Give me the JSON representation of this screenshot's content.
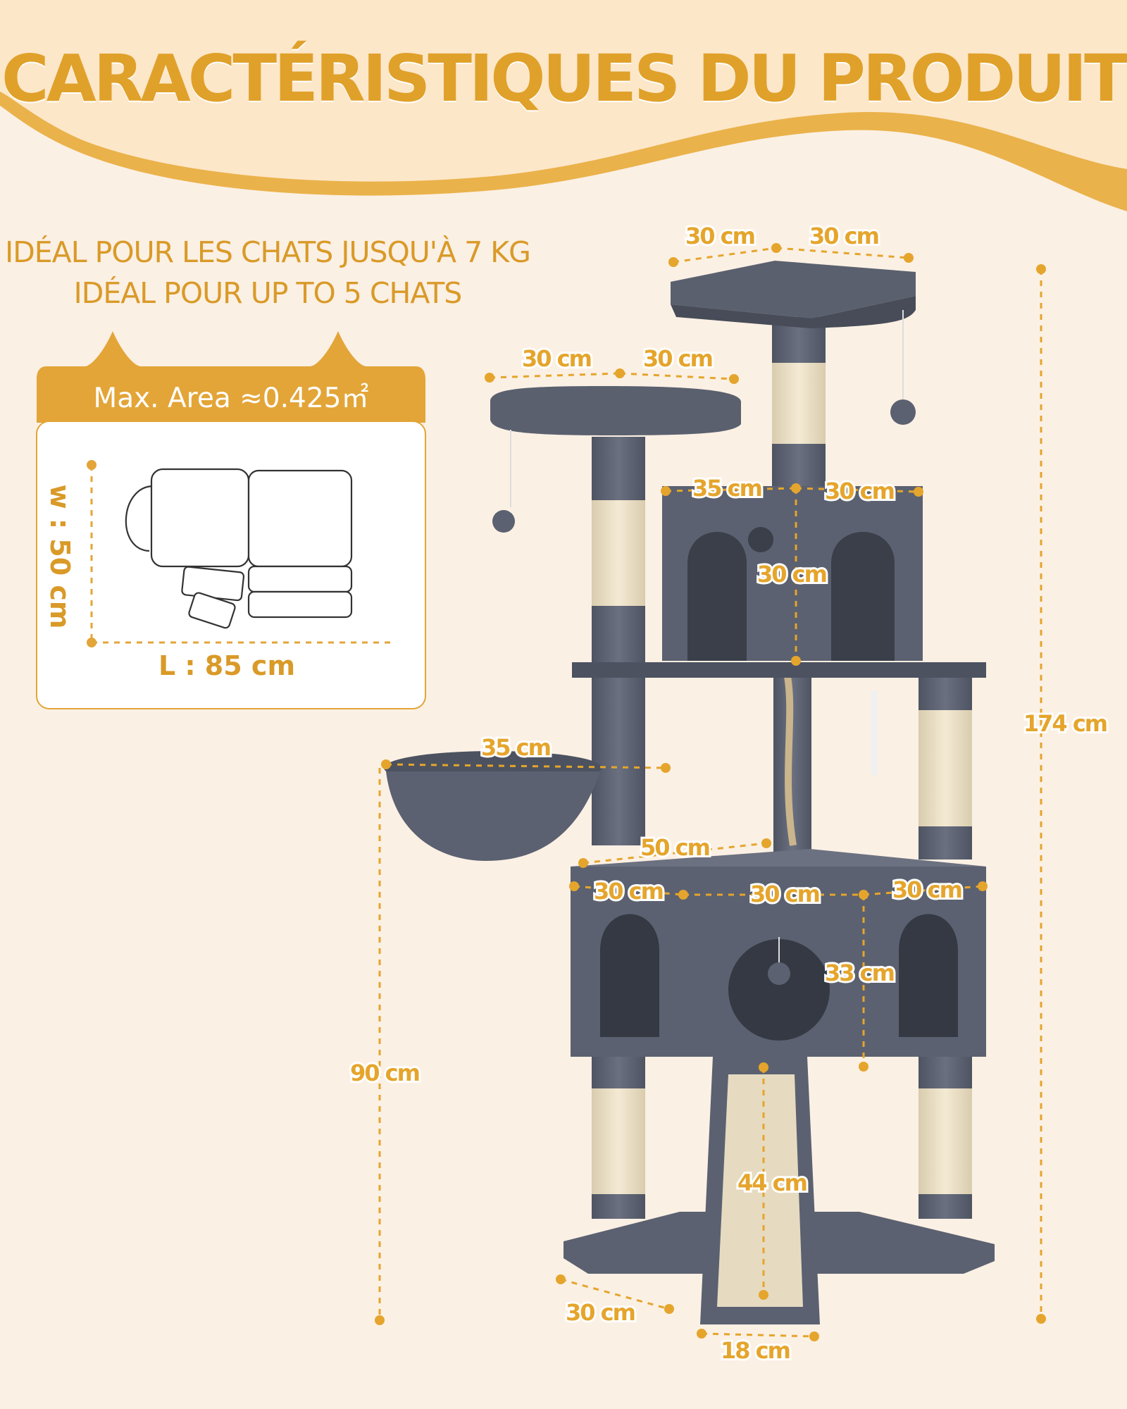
{
  "colors": {
    "background": "#fbf0e4",
    "accent": "#e0a12a",
    "tree": "#5b6170",
    "sisal": "#efe3c9"
  },
  "title": "CARACTÉRISTIQUES DU PRODUIT",
  "capacity": {
    "line1": "IDÉAL POUR LES CHATS JUSQU'À 7 KG",
    "line2": "IDÉAL POUR UP TO 5 CHATS"
  },
  "area_card": {
    "title": "Max. Area ≈0.425㎡",
    "width_label": "w : 50 cm",
    "length_label": "L : 85 cm"
  },
  "dimensions": {
    "top_platform_left": "30 cm",
    "top_platform_right": "30 cm",
    "left_platform_left": "30 cm",
    "left_platform_right": "30 cm",
    "condo_top_left": "35 cm",
    "condo_top_right": "30 cm",
    "condo_height": "30 cm",
    "basket": "35 cm",
    "total_height": "174 cm",
    "base_condo_depth": "50 cm",
    "base_condo_left": "30 cm",
    "base_condo_mid": "30 cm",
    "base_condo_right": "30 cm",
    "base_condo_height": "33 cm",
    "basket_height": "90 cm",
    "ramp_length": "44 cm",
    "base_depth": "30 cm",
    "ramp_width": "18 cm"
  }
}
